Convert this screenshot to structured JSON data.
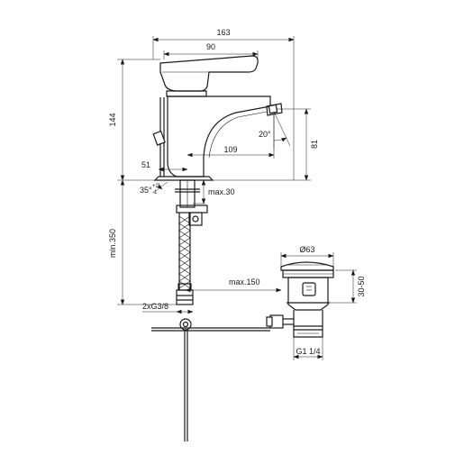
{
  "dimensions": {
    "overall_width": "163",
    "body_width": "90",
    "height": "144",
    "spout_reach": "109",
    "spout_height": "81",
    "base_offset": "51",
    "spout_angle": "20°",
    "lever_angle": "35°",
    "lever_angle_tol_plus": "+2",
    "lever_angle_tol_minus": "-1",
    "deck_thickness": "max.30",
    "hose_length": "min.350",
    "rod_distance": "max.150",
    "connection_thread": "2xG3/8",
    "waste_diameter": "Ø63",
    "waste_height": "30-50",
    "waste_thread": "G1 1/4"
  }
}
